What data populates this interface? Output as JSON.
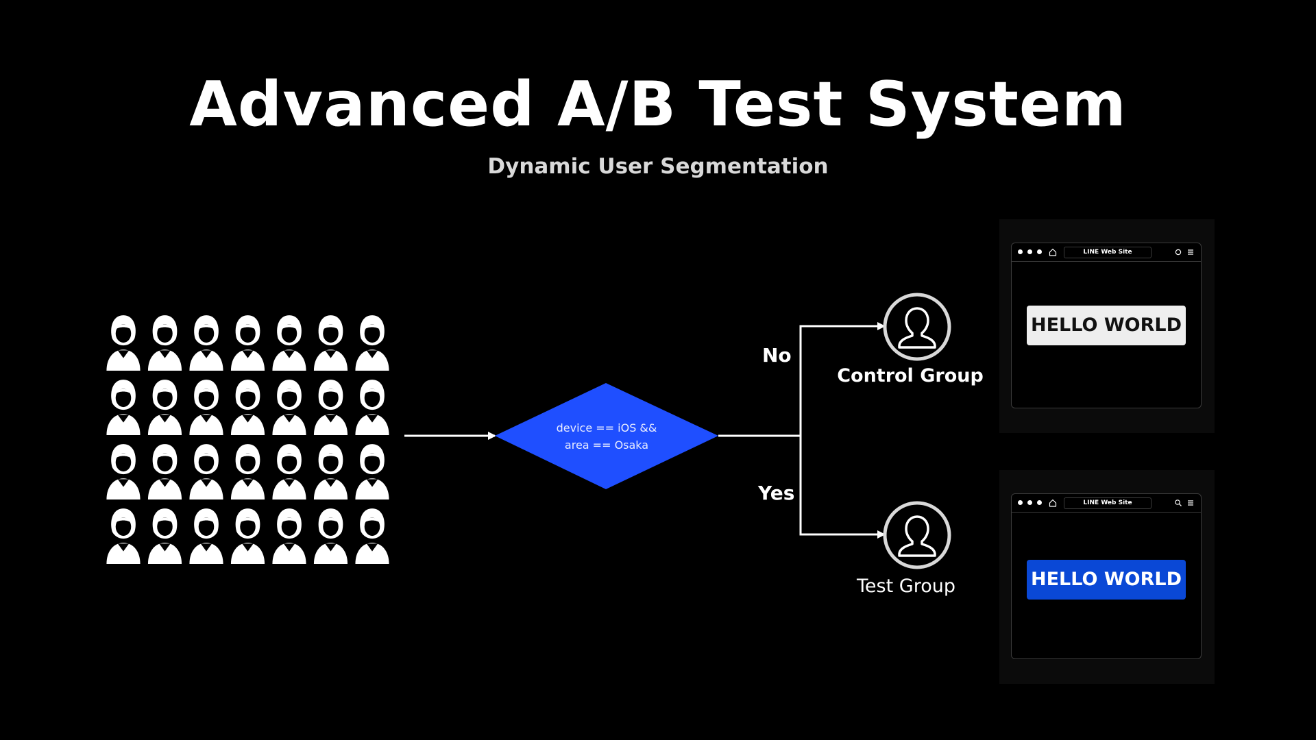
{
  "header": {
    "title": "Advanced A/B Test System",
    "subtitle": "Dynamic User Segmentation"
  },
  "population": {
    "rows": 4,
    "columns": 7,
    "icon": "person-icon"
  },
  "decision": {
    "line1": "device == iOS &&",
    "line2": "area == Osaka",
    "color": "#1f4fff"
  },
  "branches": {
    "no_label": "No",
    "yes_label": "Yes"
  },
  "groups": {
    "control": "Control Group",
    "test": "Test Group",
    "icon": "user-icon"
  },
  "browsers": {
    "control": {
      "url": "LINE Web Site",
      "bar_icon": "circle-icon",
      "button_label": "HELLO WORLD",
      "button_bg": "#eeeeee",
      "button_fg": "#111111"
    },
    "test": {
      "url": "LINE Web Site",
      "bar_icon": "search-icon",
      "button_label": "HELLO WORLD",
      "button_bg": "#0a48d6",
      "button_fg": "#ffffff"
    }
  }
}
